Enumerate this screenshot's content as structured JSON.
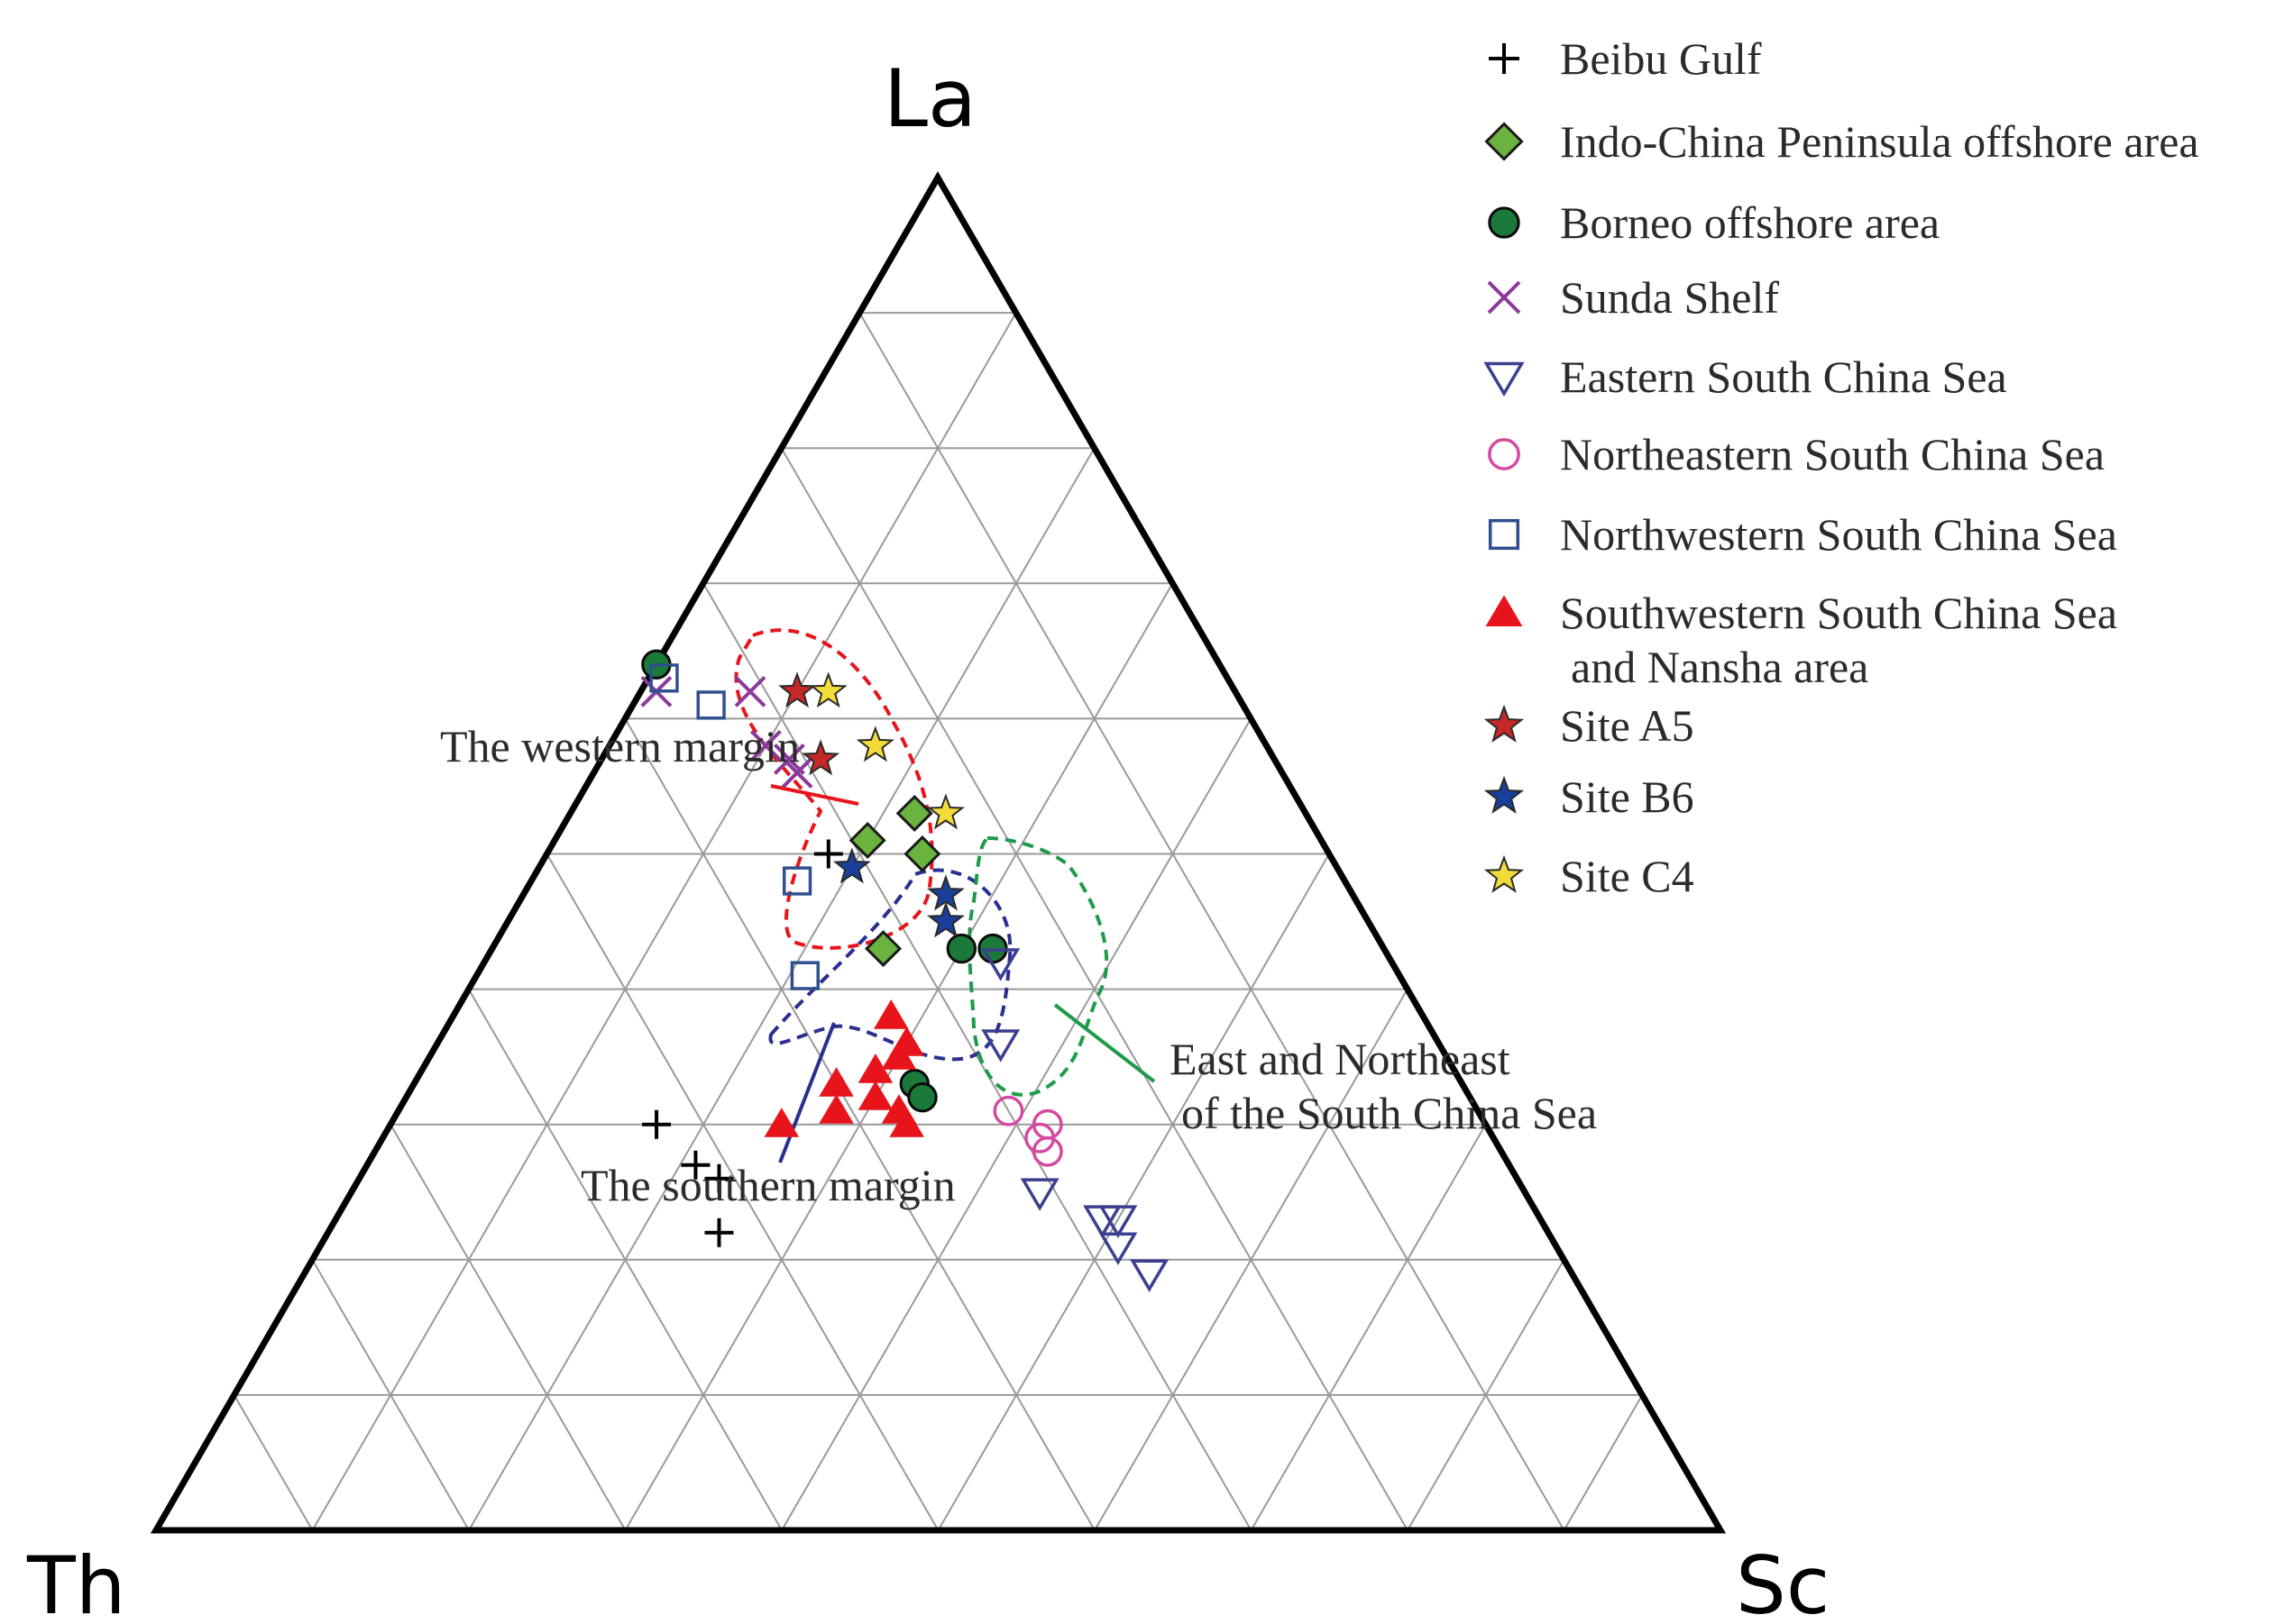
{
  "chart_data": {
    "type": "scatter",
    "subtype": "ternary",
    "vertices": {
      "top": "La",
      "left": "Th",
      "right": "Sc"
    },
    "grid": true,
    "grid_divisions": 10,
    "legend_position": "top-right",
    "series": [
      {
        "name": "Beibu Gulf",
        "marker": "plus",
        "color": "#000000",
        "points": [
          [
            0.3,
            0.53,
            0.17
          ],
          [
            0.27,
            0.52,
            0.21
          ],
          [
            0.26,
            0.51,
            0.23
          ],
          [
            0.22,
            0.53,
            0.25
          ],
          [
            0.5,
            0.32,
            0.18
          ]
        ]
      },
      {
        "name": "Indo-China Peninsula offshore area",
        "marker": "diamond",
        "color": "#6ab33e",
        "points": [
          [
            0.51,
            0.29,
            0.2
          ],
          [
            0.53,
            0.25,
            0.22
          ],
          [
            0.5,
            0.26,
            0.24
          ],
          [
            0.43,
            0.32,
            0.25
          ]
        ]
      },
      {
        "name": "Borneo offshore area",
        "marker": "circle",
        "color": "#1b7a3a",
        "points": [
          [
            0.64,
            0.36,
            0.0
          ],
          [
            0.43,
            0.27,
            0.3
          ],
          [
            0.43,
            0.25,
            0.32
          ],
          [
            0.33,
            0.35,
            0.32
          ],
          [
            0.32,
            0.35,
            0.33
          ]
        ]
      },
      {
        "name": "Sunda Shelf",
        "marker": "x",
        "color": "#8b3a9a",
        "points": [
          [
            0.62,
            0.37,
            0.01
          ],
          [
            0.62,
            0.31,
            0.07
          ],
          [
            0.58,
            0.32,
            0.1
          ],
          [
            0.57,
            0.31,
            0.12
          ],
          [
            0.56,
            0.31,
            0.13
          ]
        ]
      },
      {
        "name": "Eastern South China Sea",
        "marker": "triangle-down",
        "color": "#3b3f8f",
        "points": [
          [
            0.25,
            0.31,
            0.44
          ],
          [
            0.23,
            0.28,
            0.49
          ],
          [
            0.21,
            0.28,
            0.51
          ],
          [
            0.23,
            0.27,
            0.5
          ],
          [
            0.19,
            0.27,
            0.54
          ],
          [
            0.36,
            0.28,
            0.36
          ],
          [
            0.42,
            0.25,
            0.33
          ]
        ]
      },
      {
        "name": "Northeastern South China Sea",
        "marker": "circle-open",
        "color": "#d44aa0",
        "points": [
          [
            0.31,
            0.3,
            0.39
          ],
          [
            0.29,
            0.29,
            0.42
          ],
          [
            0.3,
            0.28,
            0.42
          ],
          [
            0.28,
            0.29,
            0.43
          ]
        ]
      },
      {
        "name": "Northwestern South China Sea",
        "marker": "square-open",
        "color": "#2f4f8f",
        "points": [
          [
            0.63,
            0.36,
            0.01
          ],
          [
            0.61,
            0.34,
            0.05
          ],
          [
            0.48,
            0.35,
            0.17
          ],
          [
            0.41,
            0.38,
            0.21
          ]
        ]
      },
      {
        "name": "Southwestern South China Sea and Nansha area",
        "marker": "triangle",
        "color": "#e8141c",
        "points": [
          [
            0.38,
            0.34,
            0.28
          ],
          [
            0.35,
            0.35,
            0.3
          ],
          [
            0.33,
            0.4,
            0.27
          ],
          [
            0.34,
            0.37,
            0.29
          ],
          [
            0.31,
            0.41,
            0.28
          ],
          [
            0.32,
            0.38,
            0.3
          ],
          [
            0.31,
            0.37,
            0.32
          ],
          [
            0.3,
            0.37,
            0.33
          ],
          [
            0.36,
            0.34,
            0.3
          ],
          [
            0.3,
            0.45,
            0.25
          ]
        ]
      },
      {
        "name": "Site A5",
        "marker": "star",
        "color": "#c62828",
        "points": [
          [
            0.62,
            0.28,
            0.1
          ],
          [
            0.57,
            0.29,
            0.14
          ]
        ]
      },
      {
        "name": "Site B6",
        "marker": "star",
        "color": "#1a3f9a",
        "points": [
          [
            0.49,
            0.31,
            0.2
          ],
          [
            0.47,
            0.26,
            0.27
          ],
          [
            0.45,
            0.27,
            0.28
          ]
        ]
      },
      {
        "name": "Site C4",
        "marker": "star",
        "color": "#f2dc3c",
        "points": [
          [
            0.62,
            0.26,
            0.12
          ],
          [
            0.58,
            0.25,
            0.17
          ],
          [
            0.53,
            0.23,
            0.24
          ]
        ]
      }
    ],
    "annotations": [
      {
        "text": "The western margin"
      },
      {
        "text": "The southern margin"
      },
      {
        "text": "East and Northeast",
        "text2": "of the South China Sea"
      }
    ],
    "region_colors": {
      "western": "#e8141c",
      "southern": "#2b2f8f",
      "eastern": "#1f9a4a"
    }
  }
}
